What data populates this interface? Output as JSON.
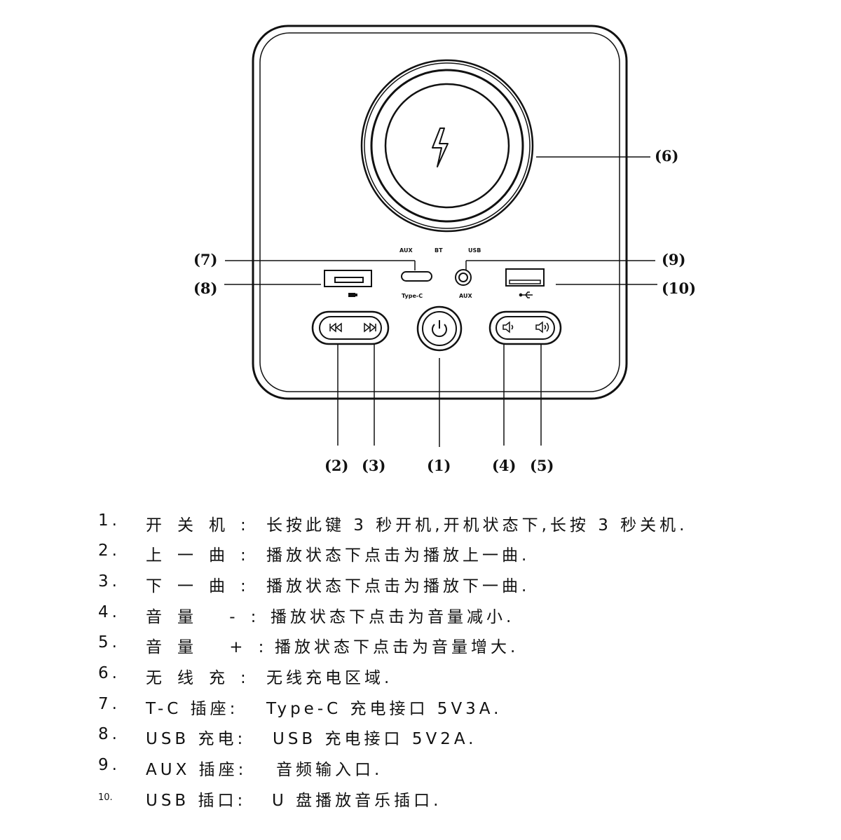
{
  "device": {
    "panel_labels": {
      "aux_top": "AUX",
      "bt_top": "BT",
      "usb_top": "USB",
      "type_c": "Type-C",
      "aux_bottom": "AUX"
    },
    "icons": {
      "charge": "lightning-bolt-icon",
      "power": "power-icon",
      "prev": "skip-previous-icon",
      "next": "skip-next-icon",
      "vol_down": "volume-down-icon",
      "vol_up": "volume-up-icon",
      "battery": "battery-icon",
      "usb": "usb-icon"
    }
  },
  "callouts": {
    "c1": "(1)",
    "c2": "(2)",
    "c3": "(3)",
    "c4": "(4)",
    "c5": "(5)",
    "c6": "(6)",
    "c7": "(7)",
    "c8": "(8)",
    "c9": "(9)",
    "c10": "(10)"
  },
  "legend": [
    {
      "num": "1.",
      "label": "开关机:",
      "desc": "长按此键 3 秒开机,开机状态下,长按 3 秒关机."
    },
    {
      "num": "2.",
      "label": "上一曲:",
      "desc": "播放状态下点击为播放上一曲."
    },
    {
      "num": "3.",
      "label": "下一曲:",
      "desc": "播放状态下点击为播放下一曲."
    },
    {
      "num": "4.",
      "label": "音量 -:",
      "desc": "播放状态下点击为音量减小."
    },
    {
      "num": "5.",
      "label": "音量 +:",
      "desc": "播放状态下点击为音量增大."
    },
    {
      "num": "6.",
      "label": "无线充:",
      "desc": "无线充电区域."
    },
    {
      "num": "7.",
      "label": "T-C 插座:",
      "desc": "Type-C 充电接口 5V3A."
    },
    {
      "num": "8.",
      "label": "USB 充电:",
      "desc": "USB 充电接口 5V2A."
    },
    {
      "num": "9.",
      "label": "AUX 插座:",
      "desc": "音频输入口."
    },
    {
      "num": "10.",
      "label": "USB 插口:",
      "desc": "U 盘播放音乐插口."
    }
  ]
}
